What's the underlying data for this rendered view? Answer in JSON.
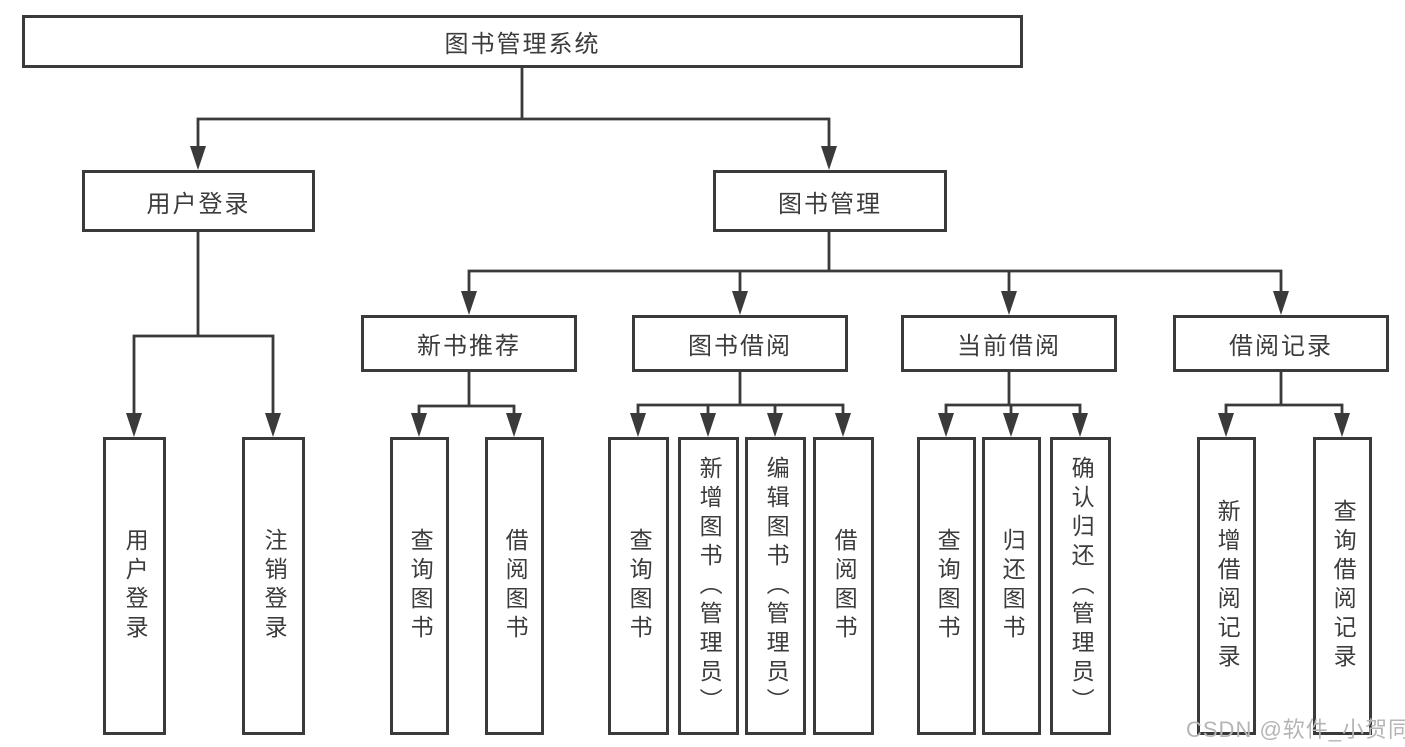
{
  "root": {
    "label": "图书管理系统"
  },
  "level2": {
    "user_login": {
      "label": "用户登录"
    },
    "book_mgmt": {
      "label": "图书管理"
    }
  },
  "level3": {
    "new_book_rec": {
      "label": "新书推荐"
    },
    "book_borrow": {
      "label": "图书借阅"
    },
    "current_borrow": {
      "label": "当前借阅"
    },
    "borrow_records": {
      "label": "借阅记录"
    }
  },
  "leaves": {
    "user_login": [
      "用户登录",
      "注销登录"
    ],
    "new_book_rec": [
      "查询图书",
      "借阅图书"
    ],
    "book_borrow": [
      "查询图书",
      "新增图书（管理员）",
      "编辑图书（管理员）",
      "借阅图书"
    ],
    "current_borrow": [
      "查询图书",
      "归还图书",
      "确认归还（管理员）"
    ],
    "borrow_records": [
      "新增借阅记录",
      "查询借阅记录"
    ]
  },
  "watermark": "CSDN @软件_小贺同学",
  "colors": {
    "line": "#3a3a3a",
    "text": "#3c3c3c",
    "background": "#ffffff",
    "watermark": "#b5b5b5"
  }
}
